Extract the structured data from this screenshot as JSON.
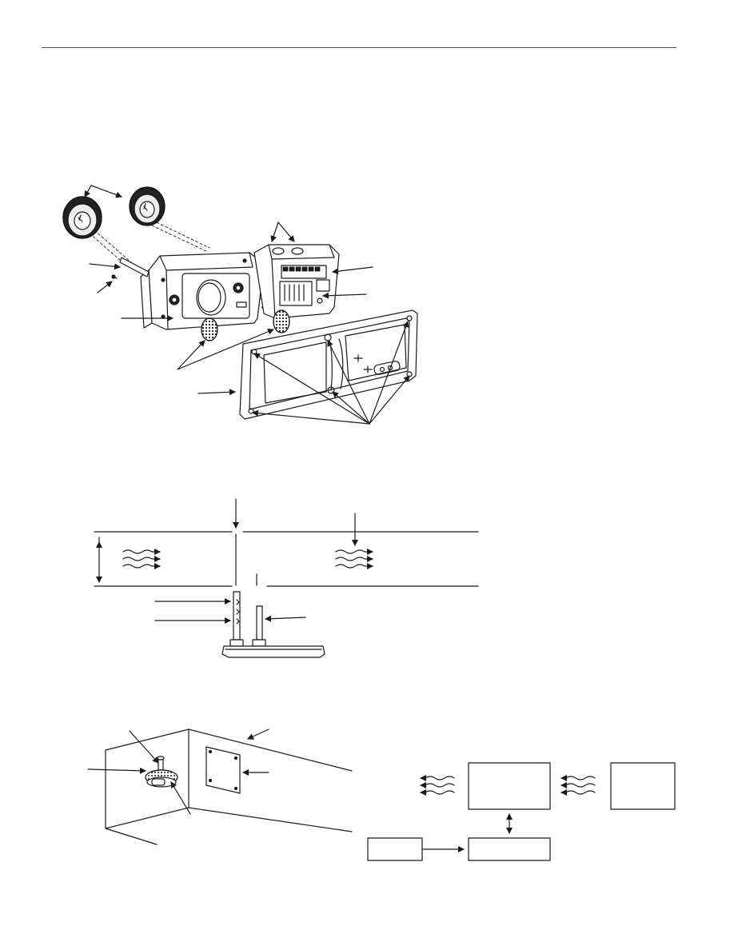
{
  "page": {
    "background": "#ffffff",
    "rule_color": "#555555",
    "line_color": "#1a1a1a"
  },
  "figures": {
    "exploded_view": {
      "id": "detector-exploded-view",
      "text": []
    },
    "duct_section": {
      "id": "duct-cross-section",
      "text": []
    },
    "duct_install": {
      "id": "duct-installation-and-block-diagram",
      "text": []
    }
  }
}
